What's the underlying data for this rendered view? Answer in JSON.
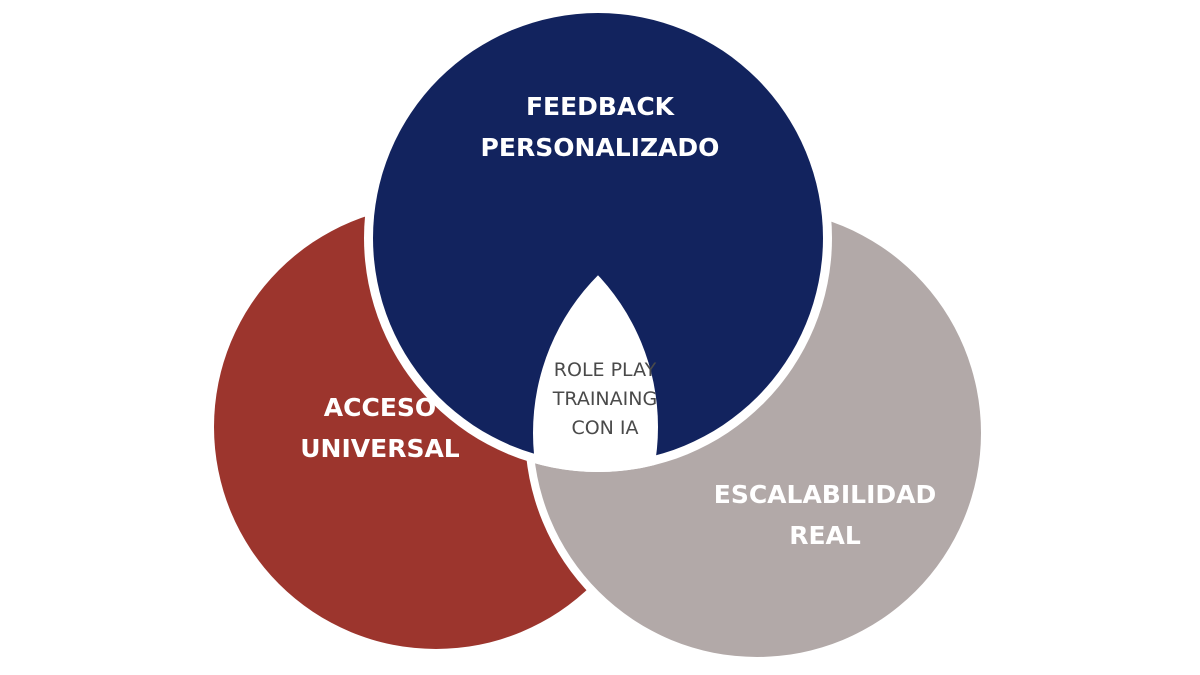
{
  "diagram": {
    "circles": [
      {
        "key": "acceso",
        "color": "#9c352d",
        "lines": [
          "ACCESO",
          "UNIVERSAL"
        ]
      },
      {
        "key": "escalabilidad",
        "color": "#b2a9a8",
        "lines": [
          "ESCALABILIDAD",
          "REAL"
        ]
      },
      {
        "key": "feedback",
        "color": "#12235e",
        "lines": [
          "FEEDBACK",
          "PERSONALIZADO"
        ]
      }
    ],
    "center": {
      "lines": [
        "ROLE PLAY",
        "TRAINAING",
        "CON IA"
      ]
    },
    "background": "#ffffff",
    "gap_color": "#ffffff"
  }
}
